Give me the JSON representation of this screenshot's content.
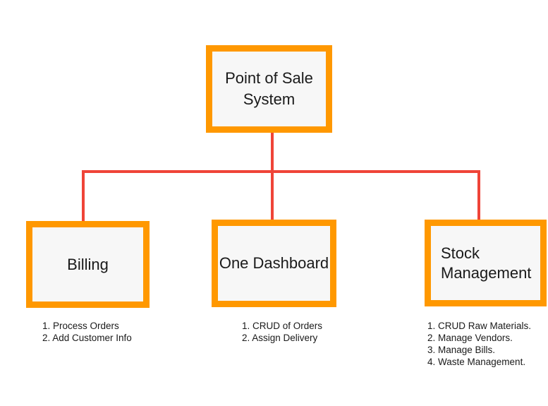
{
  "diagram": {
    "line_color": "#ef4438",
    "box_border_color": "#ff9800",
    "root": {
      "line1": "Point of Sale",
      "line2": "System"
    },
    "children": [
      {
        "title": "Billing",
        "items": [
          "1. Process Orders",
          "2. Add Customer Info"
        ]
      },
      {
        "title": "One Dashboard",
        "items": [
          "1. CRUD of Orders",
          "2. Assign Delivery"
        ]
      },
      {
        "title_line1": "Stock",
        "title_line2": "Management",
        "items": [
          "1. CRUD Raw Materials.",
          "2. Manage Vendors.",
          "3. Manage Bills.",
          "4. Waste Management."
        ]
      }
    ]
  }
}
